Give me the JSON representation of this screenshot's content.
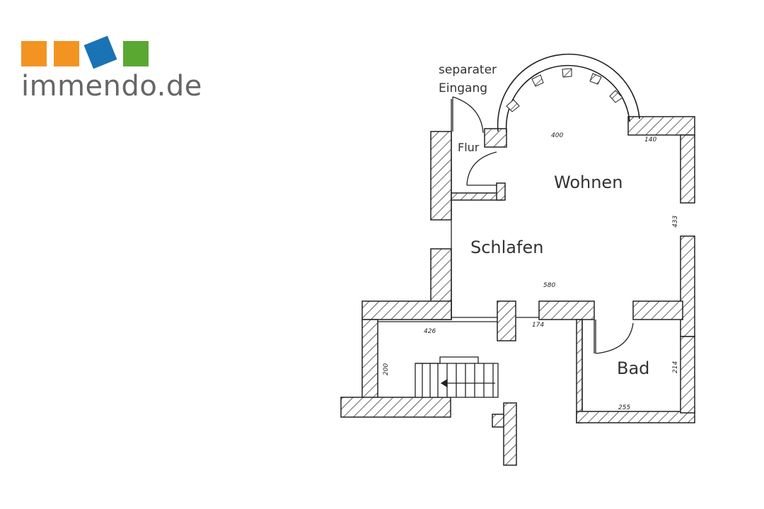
{
  "logo": {
    "text": "immendo.de",
    "colors": [
      "#f39422",
      "#f39422",
      "#1a73b4",
      "#5aa832"
    ]
  },
  "plan": {
    "entrance_label_1": "separater",
    "entrance_label_2": "Eingang",
    "rooms": {
      "flur": "Flur",
      "wohnen": "Wohnen",
      "schlafen": "Schlafen",
      "bad": "Bad"
    },
    "dimensions": {
      "d400": "400",
      "d140": "140",
      "d433": "433",
      "d580": "580",
      "d174": "174",
      "d426": "426",
      "d200": "200",
      "d255": "255",
      "d214": "214"
    }
  }
}
